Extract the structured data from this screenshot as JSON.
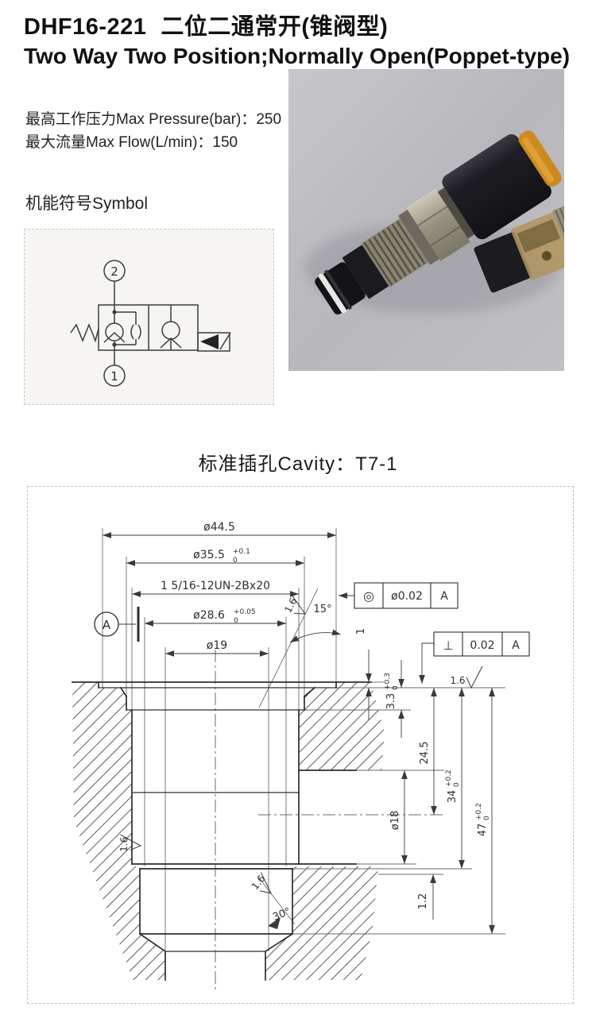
{
  "header": {
    "model": "DHF16-221",
    "title_cn": "二位二通常开(锥阀型)",
    "title_en": "Two Way Two Position;Normally Open(Poppet-type)"
  },
  "specs": {
    "pressure_label": "最高工作压力Max Pressure(bar)：",
    "pressure_value": "250",
    "flow_label": "最大流量Max Flow(L/min)：",
    "flow_value": "150"
  },
  "symbol_section": {
    "heading": "机能符号Symbol",
    "port_top": "2",
    "port_bottom": "1"
  },
  "cavity_section": {
    "heading": "标准插孔Cavity：T7-1",
    "dims": {
      "d44_5": "ø44.5",
      "d35_5": "ø35.5",
      "d35_5_sup": "+0.1",
      "d35_5_sub": "0",
      "thread": "1 5/16-12UN-2Bx20",
      "d28_6": "ø28.6",
      "d28_6_sup": "+0.05",
      "d28_6_sub": "0",
      "d19": "ø19",
      "depth_1": "1",
      "d3_3": "3.3",
      "d3_3_sup": "+0.3",
      "d3_3_sub": "0",
      "d24_5": "24.5",
      "d34": "34",
      "d34_sup": "+0.2",
      "d34_sub": "0",
      "d47": "47",
      "d47_sup": "+0.2",
      "d47_sub": "0",
      "d18": "ø18",
      "d1_2": "1.2",
      "angle_15": "15°",
      "angle_30": "30°",
      "finish_1_6": "1.6"
    },
    "frames": {
      "concentricity_symbol": "◎",
      "concentricity_tol": "ø0.02",
      "concentricity_datum": "A",
      "perp_symbol": "⊥",
      "perp_tol": "0.02",
      "perp_datum": "A"
    },
    "datum_label": "A"
  }
}
